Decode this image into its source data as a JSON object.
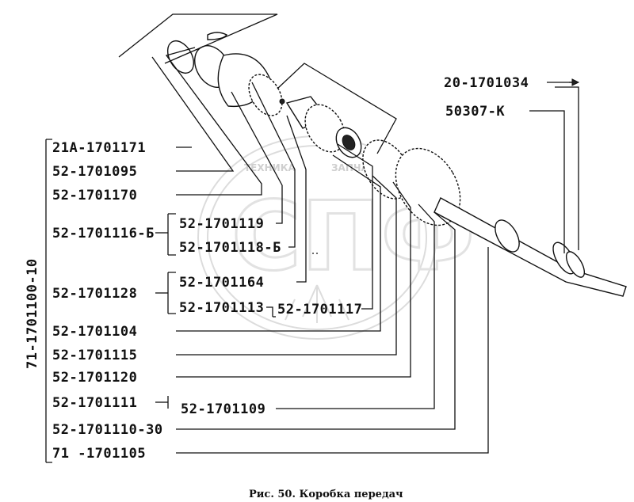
{
  "watermark": {
    "top_text": "ТЕХНИКА",
    "top_text_right": "ЗАПЧАСТИ",
    "big_text": "СПФ"
  },
  "assembly": {
    "number": "71-1701100-10"
  },
  "labels_left": [
    "21А-1701171",
    "52-1701095",
    "52-1701170",
    "52-1701116-Б",
    "52-1701128",
    "52-1701104",
    "52-1701115",
    "52-1701120",
    "52-1701111",
    "52-1701110-30",
    "71 -1701105"
  ],
  "labels_sub": {
    "bracket_116": [
      "52-1701119",
      "52-1701118-Б"
    ],
    "bracket_128": [
      "52-1701164",
      "52-1701113"
    ],
    "l117": "52-1701117",
    "l109": "52-1701109"
  },
  "labels_right": {
    "r1": "20-1701034",
    "r2": "50307-К"
  },
  "caption": "Рис. 50. Коробка передач"
}
